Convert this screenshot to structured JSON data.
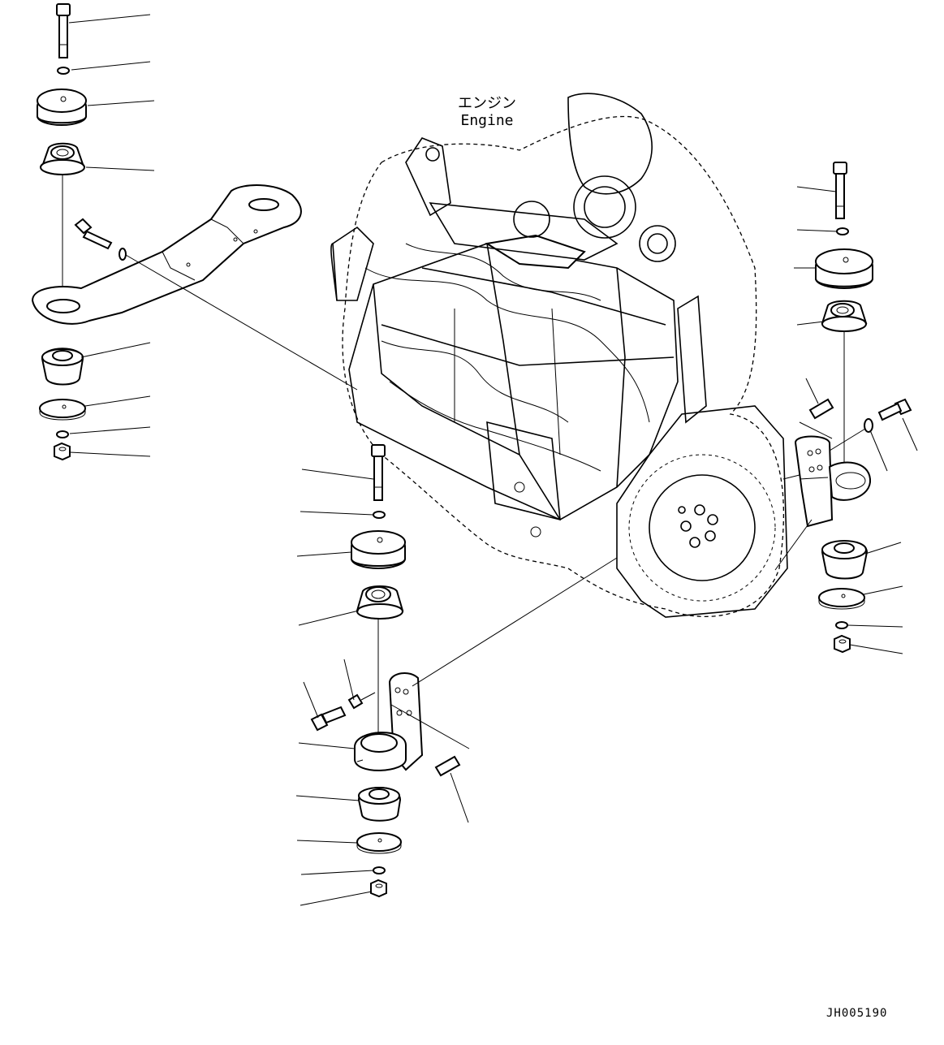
{
  "diagram": {
    "engine_label_jp": "エンジン",
    "engine_label_en": "Engine",
    "drawing_code": "JH005190"
  }
}
